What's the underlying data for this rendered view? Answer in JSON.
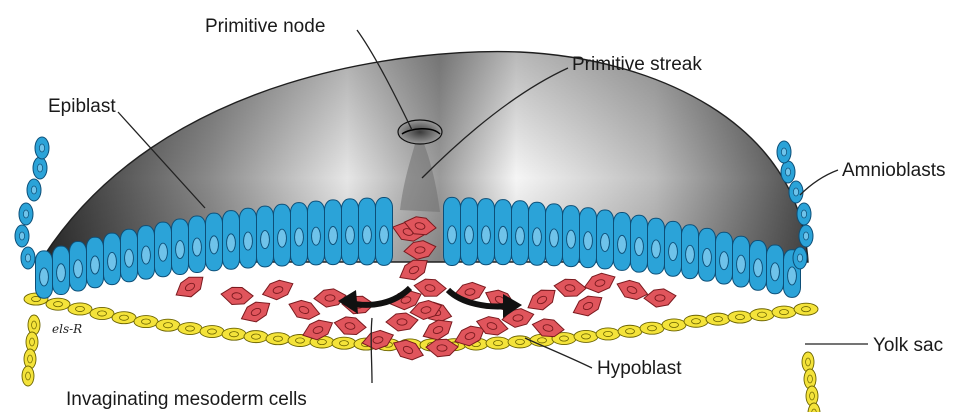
{
  "labels": {
    "primitive_node": "Primitive node",
    "primitive_streak": "Primitive streak",
    "epiblast": "Epiblast",
    "amnioblasts": "Amnioblasts",
    "yolk_sac": "Yolk sac",
    "hypoblast": "Hypoblast",
    "invaginating_mesoderm": "Invaginating mesoderm cells"
  },
  "artist_signature": "els-R",
  "colors": {
    "epiblast": "#2ba3d8",
    "epiblast_outline": "#0d4f78",
    "mesoderm": "#e0555c",
    "mesoderm_outline": "#7a1a1f",
    "hypoblast": "#f4e33a",
    "hypoblast_outline": "#6b6300",
    "amnion_dark": "#4a4a4a",
    "amnion_light": "#f2f2f2",
    "arrow": "#111111"
  }
}
